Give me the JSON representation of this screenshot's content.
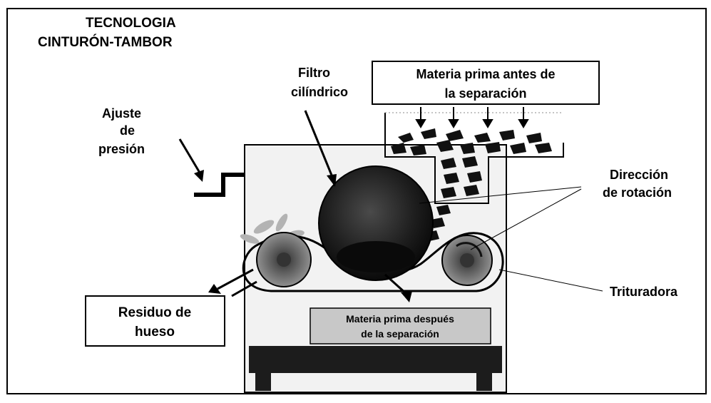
{
  "title": {
    "line1": "TECNOLOGIA",
    "line2": "CINTURÓN-TAMBOR"
  },
  "labels": {
    "filtro_1": "Filtro",
    "filtro_2": "cilíndrico",
    "ajuste_1": "Ajuste",
    "ajuste_2": "de",
    "ajuste_3": "presión",
    "materia_antes_1": "Materia prima antes de",
    "materia_antes_2": "la separación",
    "direccion_1": "Dirección",
    "direccion_2": "de rotación",
    "trituradora": "Trituradora",
    "residuo_1": "Residuo de",
    "residuo_2": "hueso",
    "materia_despues_1": "Materia prima después",
    "materia_despues_2": "de la separación"
  },
  "colors": {
    "frame": "#000000",
    "machine_fill": "#f2f2f2",
    "drum": "#1a1a1a",
    "roller": "#8c8c8c",
    "output_box": "#c8c8c8",
    "base": "#1c1c1c",
    "leaf": "#b3b3b3"
  }
}
